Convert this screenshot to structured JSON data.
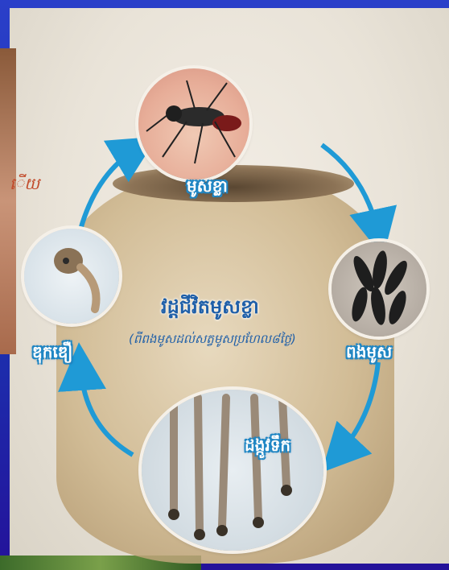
{
  "diagram": {
    "title": "វដ្តជីវិតមូសខ្លា",
    "subtitle": "(ពីពងមូសដល់សត្វមូសប្រហែល៨ថ្ងៃ)",
    "stages": {
      "adult": "មូសខ្លា",
      "eggs": "ពងមូស",
      "larva": "ដង្កូវទឹក",
      "pupa": "ឌុកឌឿ"
    },
    "left_text": "ើយ",
    "colors": {
      "arrow": "#1f9ad6",
      "frame": "#1f2fb5",
      "label_outline": "#1f86c4"
    }
  }
}
